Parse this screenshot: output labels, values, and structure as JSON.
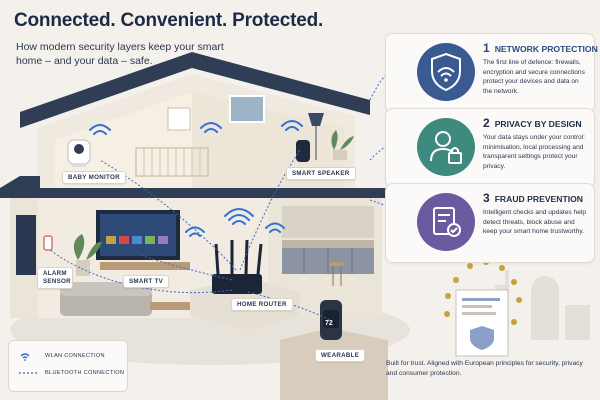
{
  "header": {
    "headline": "Connected. Convenient. Protected.",
    "subline": "How modern security layers keep your smart home – and your data – safe."
  },
  "devices": {
    "baby_monitor": "BABY MONITOR",
    "smart_speaker": "SMART SPEAKER",
    "smart_tv": "SMART TV",
    "home_router": "HOME ROUTER",
    "alarm_sensor": "ALARM SENSOR",
    "wearable": "WEARABLE",
    "watch_display": "72"
  },
  "cards": [
    {
      "number": "1",
      "title": "NETWORK PROTECTION",
      "text": "The first line of defence: firewalls, encryption and secure connections protect your devices and data on the network.",
      "icon": "shield-wifi-icon",
      "color": "#3a5a92",
      "title_color": "#2b4a82"
    },
    {
      "number": "2",
      "title": "PRIVACY BY DESIGN",
      "text": "Your data stays under your control: minimisation, local processing and transparent settings protect your privacy.",
      "icon": "user-lock-icon",
      "color": "#3f8a7e",
      "title_color": "#2b3650"
    },
    {
      "number": "3",
      "title": "FRAUD PREVENTION",
      "text": "Intelligent checks and updates help detect threats, block abuse and keep your smart home trustworthy.",
      "icon": "document-check-icon",
      "color": "#6b5aa0",
      "title_color": "#2b3650"
    }
  ],
  "legend": {
    "wlan": "WLAN CONNECTION",
    "bluetooth": "BLUETOOTH CONNECTION"
  },
  "trust": {
    "text": "Built for trust. Aligned with European principles for security, privacy and consumer protection."
  },
  "colors": {
    "navy": "#1c2a44",
    "wifi_blue": "#2f6fd6",
    "roof": "#2f3d55"
  }
}
